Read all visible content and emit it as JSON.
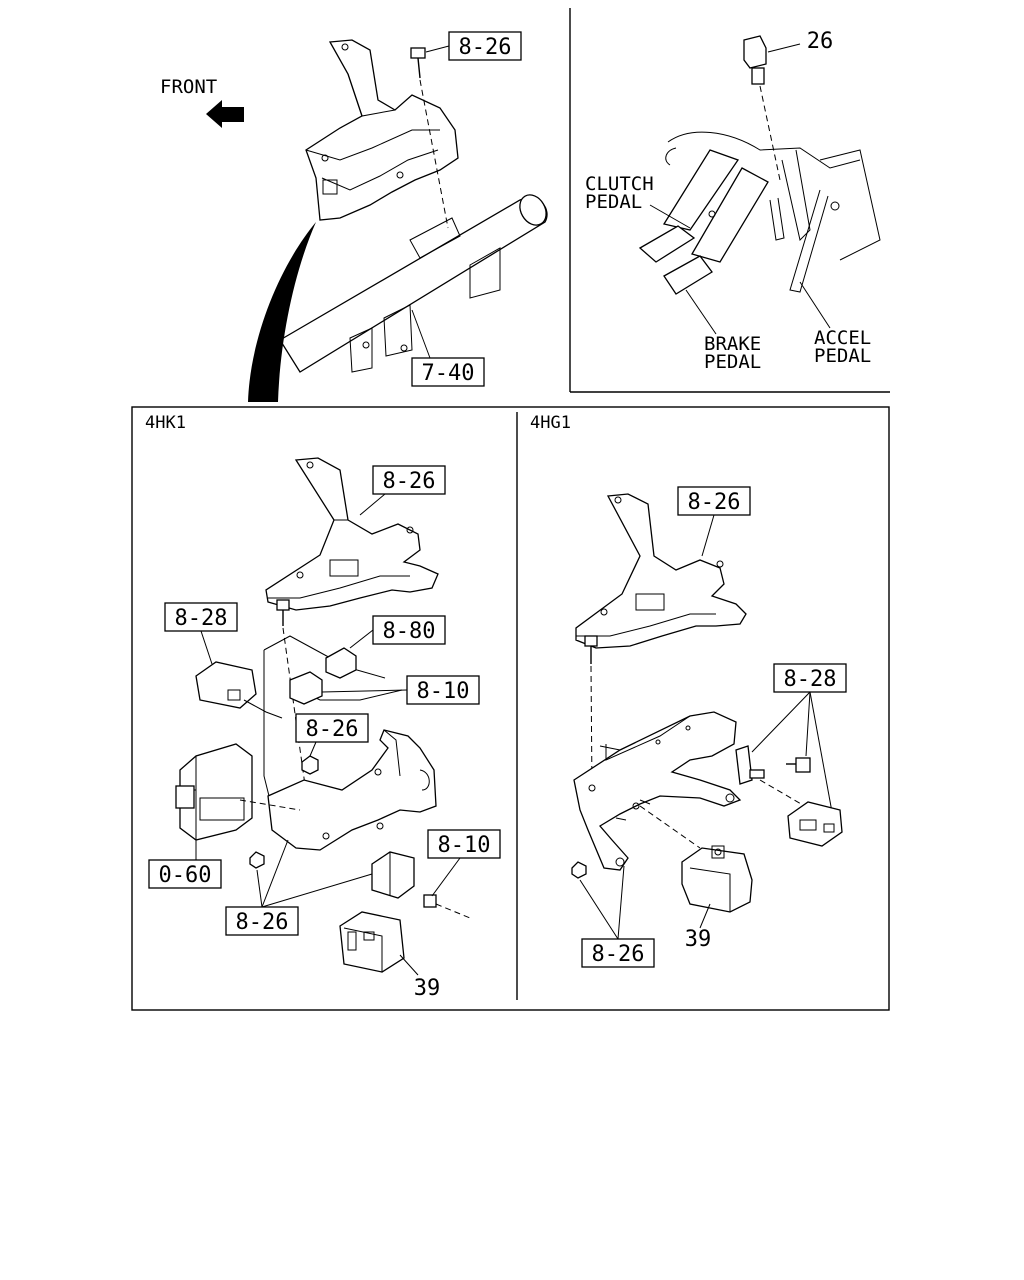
{
  "labels": {
    "front": "FRONT",
    "clutch_line1": "CLUTCH",
    "clutch_line2": "PEDAL",
    "brake_line1": "BRAKE",
    "brake_line2": "PEDAL",
    "accel_line1": "ACCEL",
    "accel_line2": "PEDAL",
    "variant_left": "4HK1",
    "variant_right": "4HG1"
  },
  "callouts": {
    "top_bracket_ref": "8-26",
    "top_tube_ref": "7-40",
    "pedal_switch": "26",
    "hk1_bracket": "8-26",
    "hk1_relay": "8-28",
    "hk1_connector": "8-80",
    "hk1_harness": "8-10",
    "hk1_nut": "8-26",
    "hk1_module": "0-60",
    "hk1_harness2": "8-10",
    "hk1_fasteners": "8-26",
    "hk1_part39": "39",
    "hg1_bracket": "8-26",
    "hg1_relay": "8-28",
    "hg1_fasteners": "8-26",
    "hg1_part39": "39"
  }
}
